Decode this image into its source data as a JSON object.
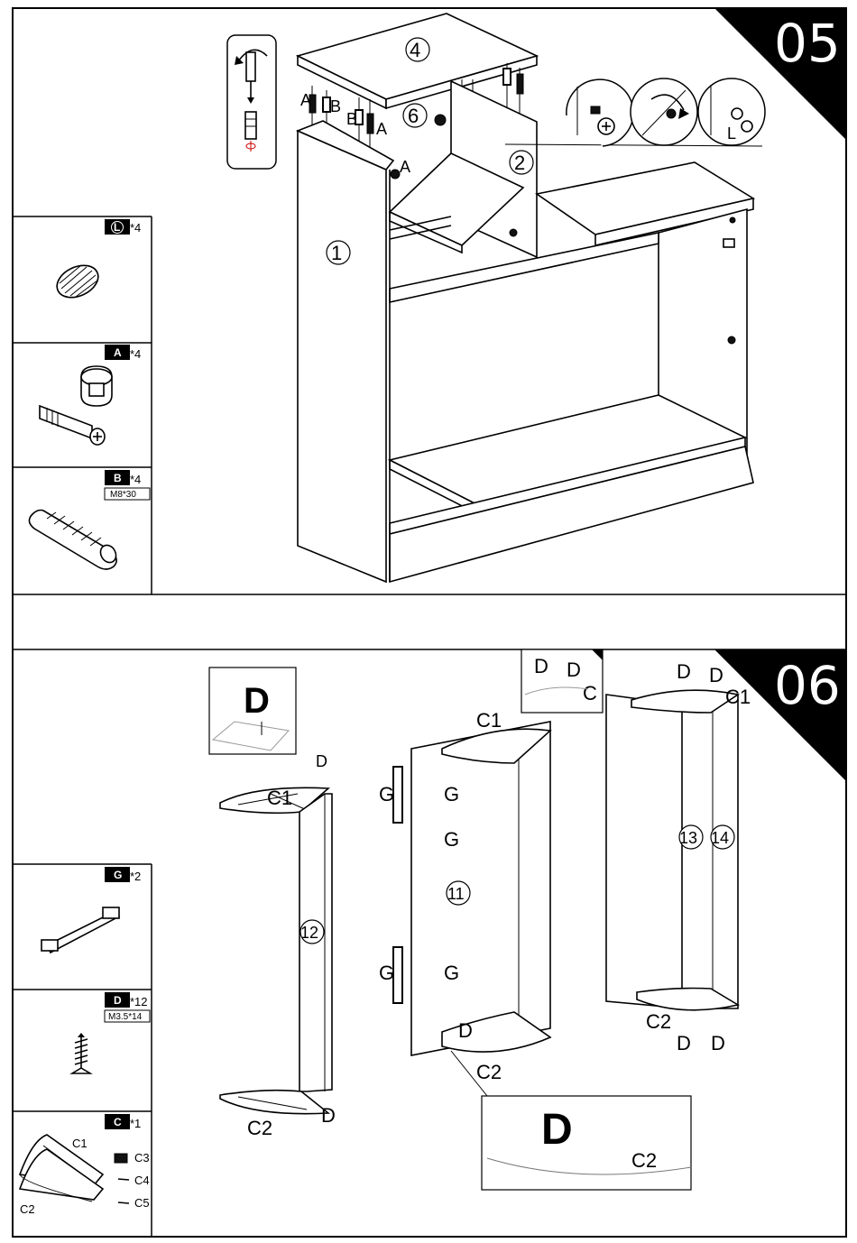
{
  "steps": [
    {
      "number": "05",
      "part_labels": [
        "1",
        "2",
        "4",
        "6"
      ],
      "fitting_labels": [
        "A",
        "B",
        "B",
        "A",
        "A"
      ],
      "hardware": [
        {
          "id": "L",
          "qty": "*4",
          "spec": "",
          "icon": "wood-plug-icon"
        },
        {
          "id": "A",
          "qty": "*4",
          "spec": "",
          "icon": "cam-lock-icon"
        },
        {
          "id": "B",
          "qty": "*4",
          "spec": "M8*30",
          "icon": "wooden-dowel-icon"
        }
      ],
      "detail_label": "L"
    },
    {
      "number": "06",
      "part_labels": [
        "11",
        "12",
        "13",
        "14"
      ],
      "callout_letter": "D",
      "callout_c2": "C2",
      "labels": {
        "d": "D",
        "c": "C",
        "c1": "C1",
        "c2": "C2",
        "g": "G"
      },
      "hardware": [
        {
          "id": "G",
          "qty": "*2",
          "spec": "",
          "icon": "handle-icon"
        },
        {
          "id": "D",
          "qty": "*12",
          "spec": "M3.5*14",
          "icon": "screw-icon"
        },
        {
          "id": "C",
          "qty": "*1",
          "spec": "",
          "icon": "corner-bracket-icon"
        }
      ],
      "c_parts": [
        "C1",
        "C2",
        "C3",
        "C4",
        "C5"
      ]
    }
  ]
}
